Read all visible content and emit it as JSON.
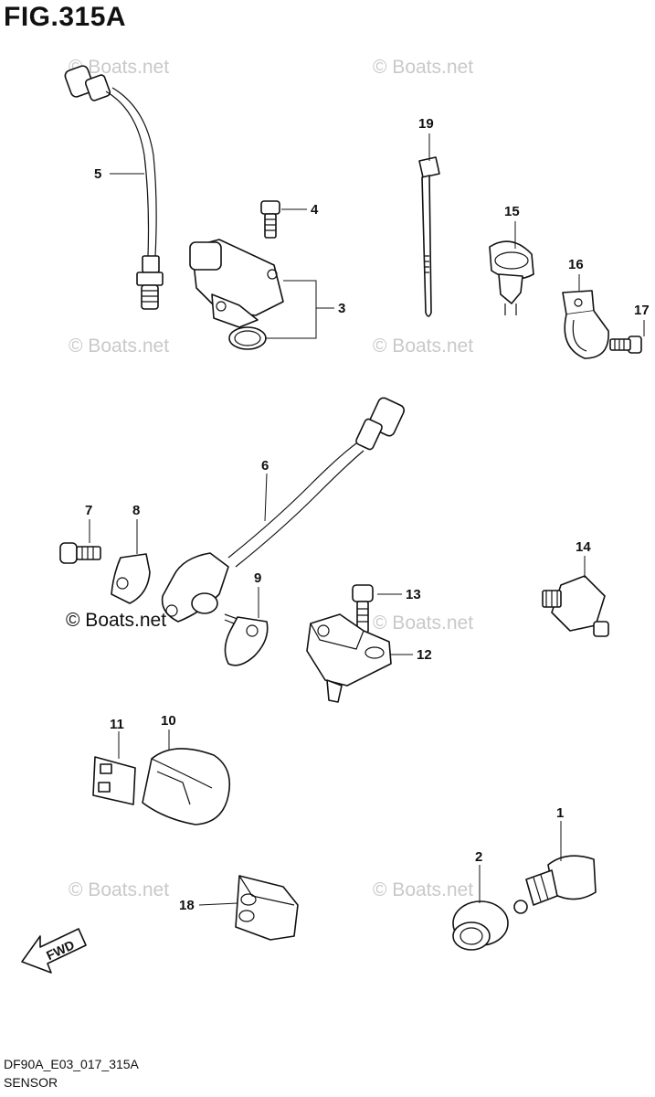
{
  "figure": {
    "title": "FIG.315A"
  },
  "watermark": {
    "text": "© Boats.net"
  },
  "callouts": [
    "1",
    "2",
    "3",
    "4",
    "5",
    "6",
    "7",
    "8",
    "9",
    "10",
    "11",
    "12",
    "13",
    "14",
    "15",
    "16",
    "17",
    "18",
    "19"
  ],
  "fwd_arrow": {
    "label": "FWD"
  },
  "footer": {
    "model_code": "DF90A_E03_017_315A",
    "section_name": "SENSOR"
  }
}
